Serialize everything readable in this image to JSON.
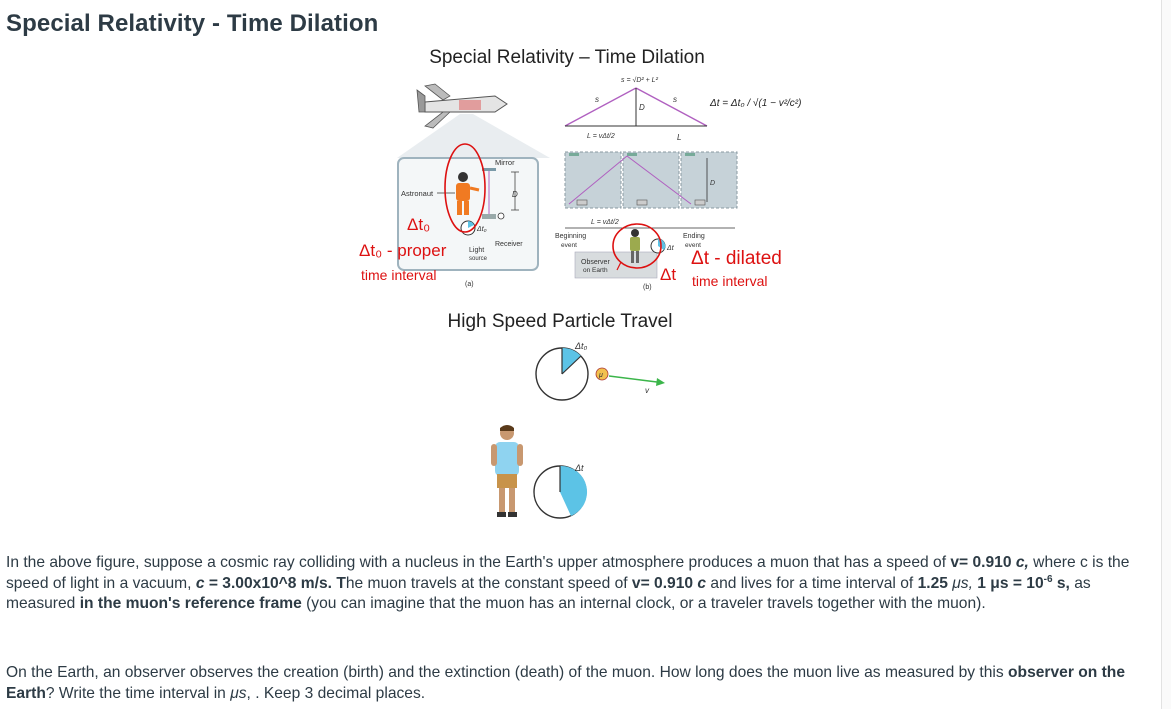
{
  "page": {
    "title": "Special Relativity - Time Dilation"
  },
  "figure": {
    "title": "Special Relativity – Time Dilation",
    "subtitle": "High Speed Particle Travel",
    "labels": {
      "astronaut": "Astronaut",
      "mirror": "Mirror",
      "receiver": "Receiver",
      "light_source_1": "Light",
      "light_source_2": "source",
      "panel_a": "(a)",
      "panel_b": "(b)",
      "beginning_1": "Beginning",
      "beginning_2": "event",
      "ending_1": "Ending",
      "ending_2": "event",
      "observer_1": "Observer",
      "observer_2": "on Earth",
      "s_left": "s",
      "s_right": "s",
      "d_label": "D",
      "l_label": "L",
      "s_formula": "s = √D² + L²",
      "l_formula": "L = vΔt/2",
      "delta_t_dilated_formula": "Δt = Δt₀ / √(1 − v²/c²)",
      "dt_clock": "Δt",
      "dt0_clock": "Δt₀",
      "dt0_small": "Δt₀",
      "muon": "μ",
      "v": "v"
    },
    "annotations": {
      "dt0": "Δt₀",
      "proper": "Δt₀ - proper",
      "proper_sub": "time interval",
      "dilated": "Δt - dilated",
      "dilated_sub": "time interval",
      "dt_red": "Δt"
    },
    "colors": {
      "annotation_red": "#dd1111",
      "light_path": "#b060c0",
      "clock_fill": "#5cc3e6",
      "muon_fill": "#f2c14e",
      "arrow_green": "#3bb54a"
    }
  },
  "problem": {
    "p1_a": "In the above figure, suppose a cosmic ray colliding with a nucleus in the Earth's upper atmosphere produces a muon that has a speed of ",
    "p1_v1": "v= 0.910 ",
    "p1_c1": "c,",
    "p1_b": " where c is the speed of light in a vacuum, ",
    "p1_c2": "c",
    "p1_cval": " = 3.00x10^8 m/s. T",
    "p1_c": "he muon travels at the constant speed of ",
    "p1_v2": "v= 0.910 ",
    "p1_c3": "c",
    "p1_d": " and lives for a time interval of ",
    "p1_t": "1.25 ",
    "p1_mu1": "μs,",
    "p1_mu2": "1 μs",
    "p1_eq": " = 10",
    "p1_exp": "-6",
    "p1_s": " s,",
    "p1_e": " as measured ",
    "p1_frame": "in the muon's reference frame",
    "p1_f": " (you can imagine that the muon has an internal clock, or a traveler travels together with the muon).",
    "p2_a": "On the Earth, an observer observes the creation (birth) and the extinction (death) of the muon. How long does the muon live as measured by this ",
    "p2_obs": "observer on the Earth",
    "p2_b": "? Write the time interval in ",
    "p2_mu": "μs",
    "p2_c": ", . Keep 3 decimal places."
  }
}
